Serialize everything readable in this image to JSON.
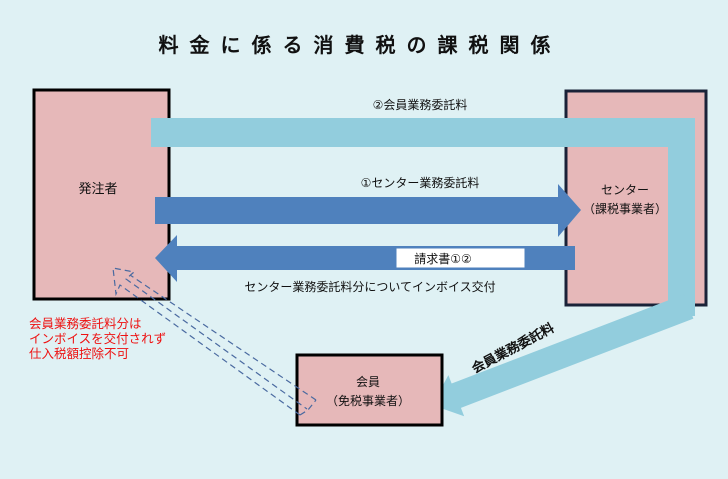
{
  "title": "料金に係る消費税の課税関係",
  "nodes": {
    "client": {
      "label": "発注者"
    },
    "center": {
      "label": "センター",
      "sub": "（課税事業者）"
    },
    "member": {
      "label": "会員",
      "sub": "（免税事業者）"
    }
  },
  "flows": {
    "member_fee_top": "②会員業務委託料",
    "center_fee": "①センター業務委託料",
    "invoice_box": "請求書①②",
    "invoice_note": "センター業務委託料分についてインボイス交付",
    "member_fee_diag": "会員業務委託料"
  },
  "note": {
    "line1": "会員業務委託料分は",
    "line2": "インボイスを交付されず",
    "line3": "仕入税額控除不可"
  },
  "colors": {
    "background": "#dff1f4",
    "box_fill": "#e6b8b9",
    "light_arrow": "#92cddd",
    "dark_arrow": "#4f81bd",
    "note_red": "#ee1111"
  }
}
